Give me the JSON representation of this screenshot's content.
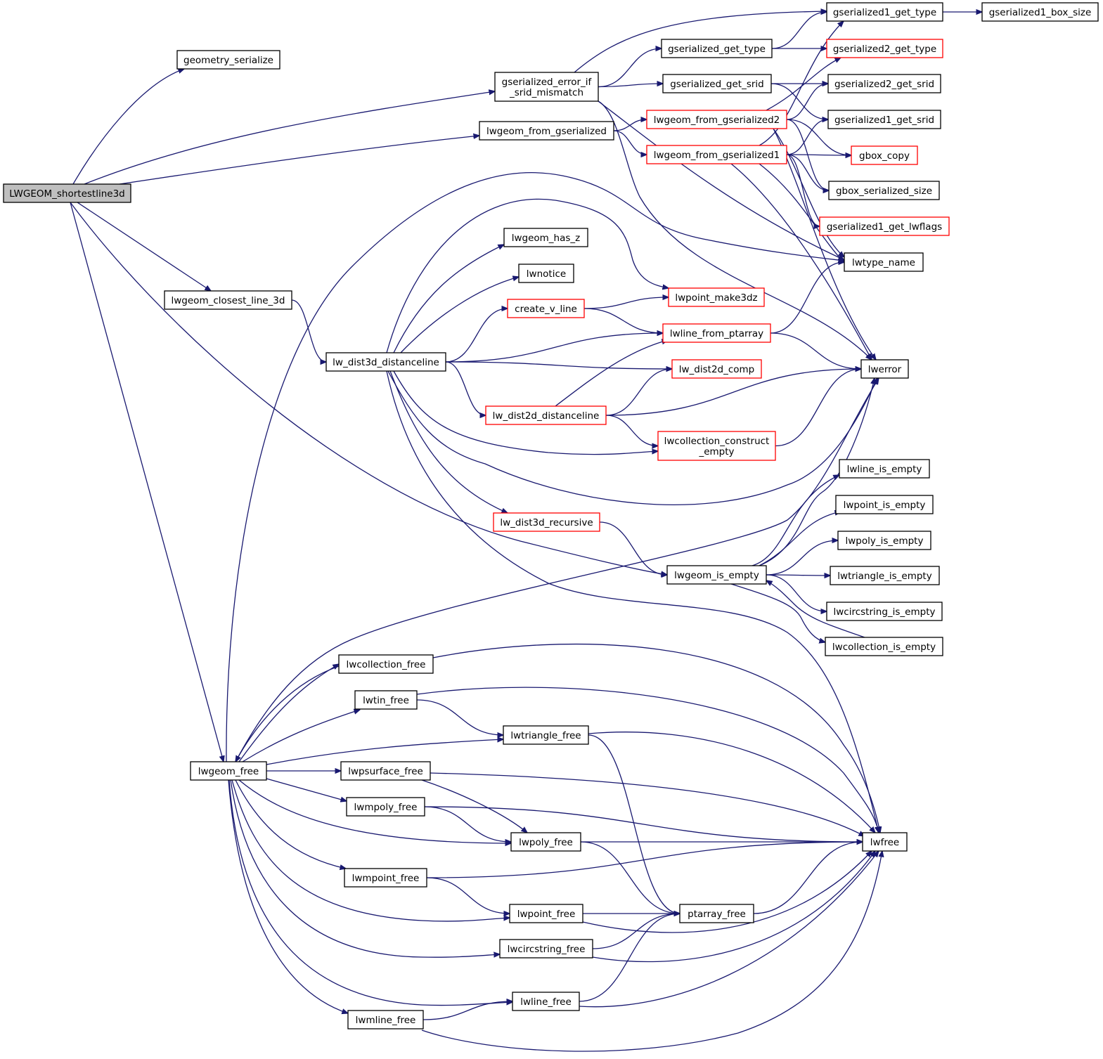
{
  "nodes": [
    {
      "id": "root",
      "lines": [
        "LWGEOM_shortestline3d"
      ],
      "style": "root"
    },
    {
      "id": "geometry_serialize",
      "lines": [
        "geometry_serialize"
      ],
      "style": "normal"
    },
    {
      "id": "gserialized_error_if_srid_mismatch",
      "lines": [
        "gserialized_error_if",
        "_srid_mismatch"
      ],
      "style": "normal"
    },
    {
      "id": "lwgeom_from_gserialized",
      "lines": [
        "lwgeom_from_gserialized"
      ],
      "style": "normal"
    },
    {
      "id": "lwgeom_closest_line_3d",
      "lines": [
        "lwgeom_closest_line_3d"
      ],
      "style": "normal"
    },
    {
      "id": "lwgeom_is_empty",
      "lines": [
        "lwgeom_is_empty"
      ],
      "style": "normal"
    },
    {
      "id": "lwgeom_free",
      "lines": [
        "lwgeom_free"
      ],
      "style": "normal"
    },
    {
      "id": "gserialized1_get_type",
      "lines": [
        "gserialized1_get_type"
      ],
      "style": "normal"
    },
    {
      "id": "gserialized1_box_size",
      "lines": [
        "gserialized1_box_size"
      ],
      "style": "normal"
    },
    {
      "id": "gserialized_get_type",
      "lines": [
        "gserialized_get_type"
      ],
      "style": "normal"
    },
    {
      "id": "gserialized2_get_type",
      "lines": [
        "gserialized2_get_type"
      ],
      "style": "red"
    },
    {
      "id": "gserialized_get_srid",
      "lines": [
        "gserialized_get_srid"
      ],
      "style": "normal"
    },
    {
      "id": "gserialized2_get_srid",
      "lines": [
        "gserialized2_get_srid"
      ],
      "style": "normal"
    },
    {
      "id": "gserialized1_get_srid",
      "lines": [
        "gserialized1_get_srid"
      ],
      "style": "normal"
    },
    {
      "id": "lwgeom_from_gserialized2",
      "lines": [
        "lwgeom_from_gserialized2"
      ],
      "style": "red"
    },
    {
      "id": "lwgeom_from_gserialized1",
      "lines": [
        "lwgeom_from_gserialized1"
      ],
      "style": "red"
    },
    {
      "id": "gbox_copy",
      "lines": [
        "gbox_copy"
      ],
      "style": "red"
    },
    {
      "id": "gbox_serialized_size",
      "lines": [
        "gbox_serialized_size"
      ],
      "style": "normal"
    },
    {
      "id": "gserialized1_get_lwflags",
      "lines": [
        "gserialized1_get_lwflags"
      ],
      "style": "red"
    },
    {
      "id": "lwtype_name",
      "lines": [
        "lwtype_name"
      ],
      "style": "normal"
    },
    {
      "id": "lwerror",
      "lines": [
        "lwerror"
      ],
      "style": "normal"
    },
    {
      "id": "lw_dist3d_distanceline",
      "lines": [
        "lw_dist3d_distanceline"
      ],
      "style": "normal"
    },
    {
      "id": "lwgeom_has_z",
      "lines": [
        "lwgeom_has_z"
      ],
      "style": "normal"
    },
    {
      "id": "lwnotice",
      "lines": [
        "lwnotice"
      ],
      "style": "normal"
    },
    {
      "id": "create_v_line",
      "lines": [
        "create_v_line"
      ],
      "style": "red"
    },
    {
      "id": "lwpoint_make3dz",
      "lines": [
        "lwpoint_make3dz"
      ],
      "style": "red"
    },
    {
      "id": "lwline_from_ptarray",
      "lines": [
        "lwline_from_ptarray"
      ],
      "style": "red"
    },
    {
      "id": "lw_dist2d_comp",
      "lines": [
        "lw_dist2d_comp"
      ],
      "style": "red"
    },
    {
      "id": "lw_dist2d_distanceline",
      "lines": [
        "lw_dist2d_distanceline"
      ],
      "style": "red"
    },
    {
      "id": "lwcollection_construct_empty",
      "lines": [
        "lwcollection_construct",
        "_empty"
      ],
      "style": "red"
    },
    {
      "id": "lw_dist3d_recursive",
      "lines": [
        "lw_dist3d_recursive"
      ],
      "style": "red"
    },
    {
      "id": "lwline_is_empty",
      "lines": [
        "lwline_is_empty"
      ],
      "style": "normal"
    },
    {
      "id": "lwpoint_is_empty",
      "lines": [
        "lwpoint_is_empty"
      ],
      "style": "normal"
    },
    {
      "id": "lwpoly_is_empty",
      "lines": [
        "lwpoly_is_empty"
      ],
      "style": "normal"
    },
    {
      "id": "lwtriangle_is_empty",
      "lines": [
        "lwtriangle_is_empty"
      ],
      "style": "normal"
    },
    {
      "id": "lwcircstring_is_empty",
      "lines": [
        "lwcircstring_is_empty"
      ],
      "style": "normal"
    },
    {
      "id": "lwcollection_is_empty",
      "lines": [
        "lwcollection_is_empty"
      ],
      "style": "normal"
    },
    {
      "id": "lwcollection_free",
      "lines": [
        "lwcollection_free"
      ],
      "style": "normal"
    },
    {
      "id": "lwtin_free",
      "lines": [
        "lwtin_free"
      ],
      "style": "normal"
    },
    {
      "id": "lwtriangle_free",
      "lines": [
        "lwtriangle_free"
      ],
      "style": "normal"
    },
    {
      "id": "lwpsurface_free",
      "lines": [
        "lwpsurface_free"
      ],
      "style": "normal"
    },
    {
      "id": "lwmpoly_free",
      "lines": [
        "lwmpoly_free"
      ],
      "style": "normal"
    },
    {
      "id": "lwpoly_free",
      "lines": [
        "lwpoly_free"
      ],
      "style": "normal"
    },
    {
      "id": "lwmpoint_free",
      "lines": [
        "lwmpoint_free"
      ],
      "style": "normal"
    },
    {
      "id": "lwpoint_free",
      "lines": [
        "lwpoint_free"
      ],
      "style": "normal"
    },
    {
      "id": "ptarray_free",
      "lines": [
        "ptarray_free"
      ],
      "style": "normal"
    },
    {
      "id": "lwcircstring_free",
      "lines": [
        "lwcircstring_free"
      ],
      "style": "normal"
    },
    {
      "id": "lwline_free",
      "lines": [
        "lwline_free"
      ],
      "style": "normal"
    },
    {
      "id": "lwmline_free",
      "lines": [
        "lwmline_free"
      ],
      "style": "normal"
    },
    {
      "id": "lwfree",
      "lines": [
        "lwfree"
      ],
      "style": "normal"
    }
  ],
  "edges": [
    [
      "root",
      "geometry_serialize"
    ],
    [
      "root",
      "gserialized_error_if_srid_mismatch"
    ],
    [
      "root",
      "lwgeom_from_gserialized"
    ],
    [
      "root",
      "lwgeom_closest_line_3d"
    ],
    [
      "root",
      "lwgeom_is_empty"
    ],
    [
      "root",
      "lwgeom_free"
    ],
    [
      "gserialized_error_if_srid_mismatch",
      "gserialized1_get_type"
    ],
    [
      "gserialized_error_if_srid_mismatch",
      "gserialized_get_type"
    ],
    [
      "gserialized_error_if_srid_mismatch",
      "gserialized_get_srid"
    ],
    [
      "gserialized_error_if_srid_mismatch",
      "lwtype_name"
    ],
    [
      "gserialized_error_if_srid_mismatch",
      "lwerror"
    ],
    [
      "gserialized1_get_type",
      "gserialized1_box_size"
    ],
    [
      "gserialized_get_type",
      "gserialized1_get_type"
    ],
    [
      "gserialized_get_type",
      "gserialized2_get_type"
    ],
    [
      "gserialized_get_srid",
      "gserialized2_get_srid"
    ],
    [
      "gserialized_get_srid",
      "gserialized1_get_srid"
    ],
    [
      "lwgeom_from_gserialized",
      "lwgeom_from_gserialized2"
    ],
    [
      "lwgeom_from_gserialized",
      "lwgeom_from_gserialized1"
    ],
    [
      "lwgeom_from_gserialized2",
      "gserialized2_get_type"
    ],
    [
      "lwgeom_from_gserialized2",
      "gserialized2_get_srid"
    ],
    [
      "lwgeom_from_gserialized2",
      "gbox_copy"
    ],
    [
      "lwgeom_from_gserialized2",
      "gbox_serialized_size"
    ],
    [
      "lwgeom_from_gserialized2",
      "lwtype_name"
    ],
    [
      "lwgeom_from_gserialized2",
      "lwerror"
    ],
    [
      "lwgeom_from_gserialized1",
      "gserialized1_get_type"
    ],
    [
      "lwgeom_from_gserialized1",
      "gserialized1_get_srid"
    ],
    [
      "lwgeom_from_gserialized1",
      "gbox_copy"
    ],
    [
      "lwgeom_from_gserialized1",
      "gbox_serialized_size"
    ],
    [
      "lwgeom_from_gserialized1",
      "gserialized1_get_lwflags"
    ],
    [
      "lwgeom_from_gserialized1",
      "lwtype_name"
    ],
    [
      "lwgeom_from_gserialized1",
      "lwerror"
    ],
    [
      "lwgeom_closest_line_3d",
      "lw_dist3d_distanceline"
    ],
    [
      "lw_dist3d_distanceline",
      "lwgeom_has_z"
    ],
    [
      "lw_dist3d_distanceline",
      "lwnotice"
    ],
    [
      "lw_dist3d_distanceline",
      "create_v_line"
    ],
    [
      "lw_dist3d_distanceline",
      "lwpoint_make3dz"
    ],
    [
      "lw_dist3d_distanceline",
      "lwline_from_ptarray"
    ],
    [
      "lw_dist3d_distanceline",
      "lw_dist2d_comp"
    ],
    [
      "lw_dist3d_distanceline",
      "lw_dist2d_distanceline"
    ],
    [
      "lw_dist3d_distanceline",
      "lwcollection_construct_empty"
    ],
    [
      "lw_dist3d_distanceline",
      "lw_dist3d_recursive"
    ],
    [
      "lw_dist3d_distanceline",
      "lwerror"
    ],
    [
      "lw_dist3d_distanceline",
      "lwfree"
    ],
    [
      "create_v_line",
      "lwpoint_make3dz"
    ],
    [
      "create_v_line",
      "lwline_from_ptarray"
    ],
    [
      "lwline_from_ptarray",
      "lwtype_name"
    ],
    [
      "lwline_from_ptarray",
      "lwerror"
    ],
    [
      "lw_dist2d_distanceline",
      "lwline_from_ptarray"
    ],
    [
      "lw_dist2d_distanceline",
      "lw_dist2d_comp"
    ],
    [
      "lw_dist2d_distanceline",
      "lwcollection_construct_empty"
    ],
    [
      "lw_dist2d_distanceline",
      "lwerror"
    ],
    [
      "lwcollection_construct_empty",
      "lwerror"
    ],
    [
      "lw_dist3d_recursive",
      "lwgeom_is_empty"
    ],
    [
      "lwgeom_is_empty",
      "lwline_is_empty"
    ],
    [
      "lwgeom_is_empty",
      "lwpoint_is_empty"
    ],
    [
      "lwgeom_is_empty",
      "lwpoly_is_empty"
    ],
    [
      "lwgeom_is_empty",
      "lwtriangle_is_empty"
    ],
    [
      "lwgeom_is_empty",
      "lwcircstring_is_empty"
    ],
    [
      "lwgeom_is_empty",
      "lwcollection_is_empty"
    ],
    [
      "lwgeom_is_empty",
      "lwerror"
    ],
    [
      "lwcollection_is_empty",
      "lwgeom_is_empty"
    ],
    [
      "lwgeom_free",
      "lwtype_name"
    ],
    [
      "lwgeom_free",
      "lwerror"
    ],
    [
      "lwgeom_free",
      "lwcollection_free"
    ],
    [
      "lwgeom_free",
      "lwtin_free"
    ],
    [
      "lwgeom_free",
      "lwtriangle_free"
    ],
    [
      "lwgeom_free",
      "lwpsurface_free"
    ],
    [
      "lwgeom_free",
      "lwmpoly_free"
    ],
    [
      "lwgeom_free",
      "lwpoly_free"
    ],
    [
      "lwgeom_free",
      "lwmpoint_free"
    ],
    [
      "lwgeom_free",
      "lwpoint_free"
    ],
    [
      "lwgeom_free",
      "lwcircstring_free"
    ],
    [
      "lwgeom_free",
      "lwline_free"
    ],
    [
      "lwgeom_free",
      "lwmline_free"
    ],
    [
      "lwcollection_free",
      "lwgeom_free"
    ],
    [
      "lwcollection_free",
      "lwfree"
    ],
    [
      "lwtin_free",
      "lwtriangle_free"
    ],
    [
      "lwtin_free",
      "lwfree"
    ],
    [
      "lwtriangle_free",
      "ptarray_free"
    ],
    [
      "lwtriangle_free",
      "lwfree"
    ],
    [
      "lwpsurface_free",
      "lwpoly_free"
    ],
    [
      "lwpsurface_free",
      "lwfree"
    ],
    [
      "lwmpoly_free",
      "lwpoly_free"
    ],
    [
      "lwmpoly_free",
      "lwfree"
    ],
    [
      "lwpoly_free",
      "ptarray_free"
    ],
    [
      "lwpoly_free",
      "lwfree"
    ],
    [
      "lwmpoint_free",
      "lwpoint_free"
    ],
    [
      "lwmpoint_free",
      "lwfree"
    ],
    [
      "lwpoint_free",
      "ptarray_free"
    ],
    [
      "lwpoint_free",
      "lwfree"
    ],
    [
      "lwcircstring_free",
      "ptarray_free"
    ],
    [
      "lwcircstring_free",
      "lwfree"
    ],
    [
      "lwline_free",
      "ptarray_free"
    ],
    [
      "lwline_free",
      "lwfree"
    ],
    [
      "lwmline_free",
      "lwline_free"
    ],
    [
      "lwmline_free",
      "lwfree"
    ],
    [
      "ptarray_free",
      "lwfree"
    ]
  ],
  "colors": {
    "edge": "#191970",
    "node_border": "#000000",
    "node_border_incomplete": "#ff0000",
    "root_fill": "#bfbfbf"
  }
}
